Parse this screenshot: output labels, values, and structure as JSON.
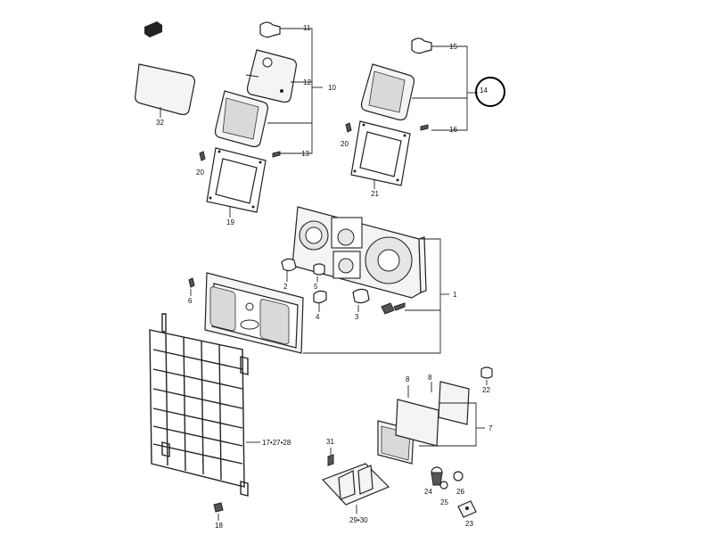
{
  "callouts": {
    "c1": "1",
    "c2": "2",
    "c3": "3",
    "c4": "4",
    "c5": "5",
    "c6": "6",
    "c7": "7",
    "c8a": "8",
    "c8b": "8",
    "c10": "10",
    "c11": "11",
    "c12": "12",
    "c13": "13",
    "c14": "14",
    "c15": "15",
    "c16": "16",
    "c17": "17•27•28",
    "c18": "18",
    "c19": "19",
    "c20a": "20",
    "c20b": "20",
    "c21": "21",
    "c22": "22",
    "c23": "23",
    "c24": "24",
    "c25": "25",
    "c26": "26",
    "c29": "29•30",
    "c31": "31",
    "c32": "32"
  },
  "highlight": {
    "color": "#000000",
    "target": "14"
  }
}
